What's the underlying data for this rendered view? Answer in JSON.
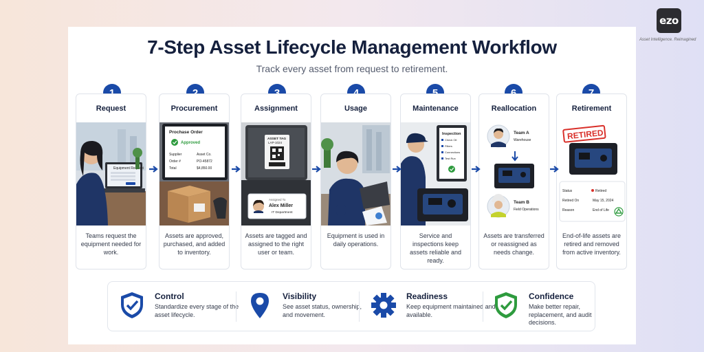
{
  "brand": {
    "logo_text": "ezo",
    "tagline": "Asset Intelligence. Reimagined"
  },
  "title": "7-Step Asset Lifecycle Management Workflow",
  "subtitle": "Track every asset from request to retirement.",
  "steps": [
    {
      "number": "1",
      "title": "Request",
      "description": "Teams request the equipment needed for work.",
      "screen_label": "Equipment Request"
    },
    {
      "number": "2",
      "title": "Procurement",
      "description": "Assets are approved, purchased, and added to inventory.",
      "po": {
        "heading": "Prochase Order",
        "status": "Approved",
        "rows": [
          {
            "label": "Supplier",
            "value": "Asset Co."
          },
          {
            "label": "Order #",
            "value": "PO-45872"
          },
          {
            "label": "Total",
            "value": "$4,850.00"
          }
        ]
      }
    },
    {
      "number": "3",
      "title": "Assignment",
      "description": "Assets are tagged and assigned to the right user or team.",
      "tag": {
        "label": "ASSET TAG",
        "code": "LAP-1024"
      },
      "assignee": {
        "caption": "Assigned To",
        "name": "Alex Miller",
        "department": "IT Department"
      }
    },
    {
      "number": "4",
      "title": "Usage",
      "description": "Equipment is used in daily operations."
    },
    {
      "number": "5",
      "title": "Maintenance",
      "description": "Service and inspections keep assets reliable and ready.",
      "checklist": {
        "heading": "Inspection",
        "items": [
          "Check Oil",
          "Filters",
          "Connections",
          "Test Run"
        ]
      }
    },
    {
      "number": "6",
      "title": "Reallocation",
      "description": "Assets are transferred or reassigned as needs change.",
      "team_a": {
        "name": "Team A",
        "location": "Warehouse"
      },
      "team_b": {
        "name": "Team B",
        "location": "Field Operations"
      }
    },
    {
      "number": "7",
      "title": "Retirement",
      "description": "End-of-life assets are retired and removed from active inventory.",
      "stamp": "RETIRED",
      "record": [
        {
          "label": "Status",
          "value": "Retired"
        },
        {
          "label": "Retired On",
          "value": "May 15, 2024"
        },
        {
          "label": "Reason",
          "value": "End of Life"
        }
      ]
    }
  ],
  "benefits": [
    {
      "title": "Control",
      "description": "Standardize every stage of the asset lifecycle.",
      "icon": "shield-check-icon"
    },
    {
      "title": "Visibility",
      "description": "See asset status, ownership, and movement.",
      "icon": "location-pin-icon"
    },
    {
      "title": "Readiness",
      "description": "Keep equipment maintained and available.",
      "icon": "gear-icon"
    },
    {
      "title": "Confidence",
      "description": "Make better repair, replacement, and audit decisions.",
      "icon": "shield-check-green-icon"
    }
  ],
  "colors": {
    "accent": "#1a4aa8",
    "title": "#15203d",
    "success": "#2e9b3e",
    "retired": "#d9302a"
  }
}
